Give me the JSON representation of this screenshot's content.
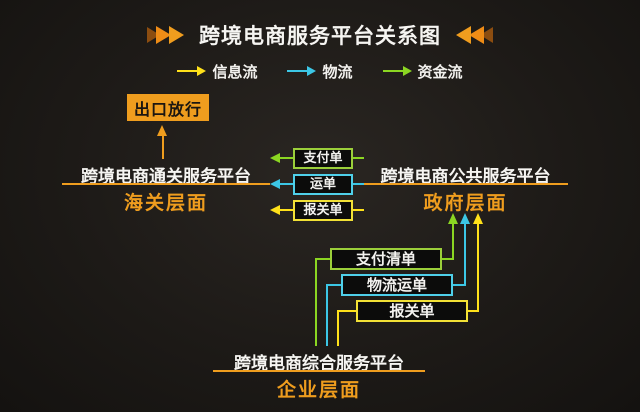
{
  "title": "跨境电商服务平台关系图",
  "legend": {
    "items": [
      {
        "label": "信息流",
        "color": "#ffe11a"
      },
      {
        "label": "物流",
        "color": "#3cc7e6"
      },
      {
        "label": "资金流",
        "color": "#8bd622"
      }
    ]
  },
  "layers": {
    "customs": {
      "platform": "跨境电商通关服务平台",
      "layer": "海关层面"
    },
    "government": {
      "platform": "跨境电商公共服务平台",
      "layer": "政府层面"
    },
    "enterprise": {
      "platform": "跨境电商综合服务平台",
      "layer": "企业层面"
    }
  },
  "nodes": {
    "export_release": "出口放行",
    "docs_to_customs": [
      {
        "label": "支付单",
        "color": "#9bcf3a"
      },
      {
        "label": "运单",
        "color": "#4fd0ea"
      },
      {
        "label": "报关单",
        "color": "#f2e136"
      }
    ],
    "docs_to_government": [
      {
        "label": "支付清单",
        "color": "#9bcf3a"
      },
      {
        "label": "物流运单",
        "color": "#4fd0ea"
      },
      {
        "label": "报关单",
        "color": "#f2e136"
      }
    ]
  },
  "colors": {
    "background": "#1d1a17",
    "orange_accent": "#ef9d1e",
    "info_flow_yellow": "#ffe11a",
    "logistics_cyan": "#3cc7e6",
    "capital_green": "#8bd622",
    "text_white": "#f5f5f3"
  }
}
